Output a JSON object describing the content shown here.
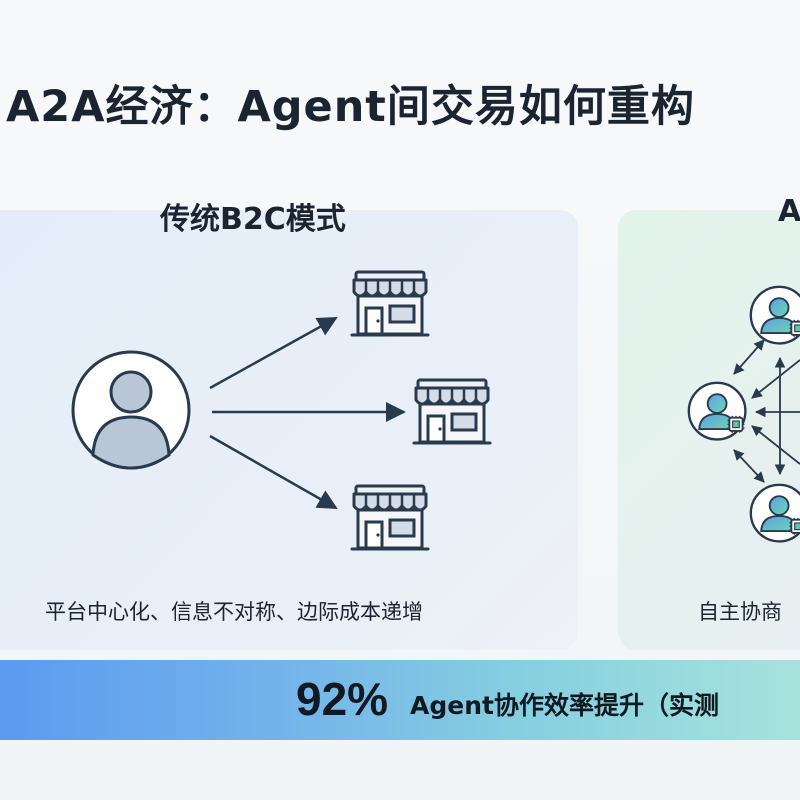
{
  "title": "A2A经济：Agent间交易如何重构",
  "left_panel": {
    "heading": "传统B2C模式",
    "caption": "平台中心化、信息不对称、边际成本递增",
    "icons": [
      "user-icon",
      "store-icon",
      "store-icon",
      "store-icon"
    ]
  },
  "right_panel": {
    "heading": "A",
    "caption": "自主协商",
    "icons": [
      "agent-user-icon",
      "agent-user-icon",
      "agent-user-icon",
      "chip-icon"
    ]
  },
  "banner": {
    "value": "92%",
    "text": "Agent协作效率提升（实测"
  },
  "colors": {
    "icon_stroke": "#2a3a4d",
    "user_fill": "#b9c6d6",
    "awning_fill": "#d4dce6",
    "agent_gradient_start": "#5fa0e6",
    "agent_gradient_end": "#6bd6b0",
    "banner_start": "#5b9bf0",
    "banner_end": "#a6e3dc"
  }
}
